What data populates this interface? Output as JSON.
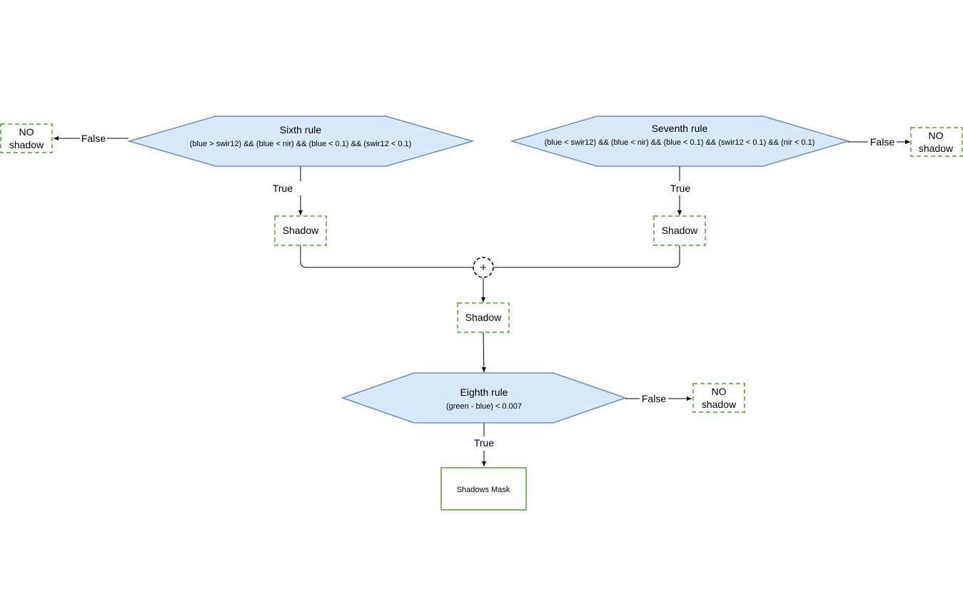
{
  "colors": {
    "hex_fill": "#dae8fc",
    "hex_stroke": "#6c8ebf",
    "box_stroke": "#82b366",
    "line": "#000000"
  },
  "rules": {
    "sixth": {
      "title": "Sixth rule",
      "expression": "(blue > swir12) && (blue < nir) && (blue < 0.1) && (swir12 < 0.1)"
    },
    "seventh": {
      "title": "Seventh rule",
      "expression": "(blue < swir12) && (blue < nir) && (blue < 0.1) && (swir12 < 0.1) && (nir < 0.1)"
    },
    "eighth": {
      "title": "Eighth rule",
      "expression": "(green - blue) < 0.007"
    }
  },
  "labels": {
    "true": "True",
    "false": "False",
    "shadow": "Shadow",
    "no_shadow_line1": "NO",
    "no_shadow_line2": "shadow",
    "final": "Shadows Mask"
  },
  "icons": {
    "merge": "plus-circle-icon"
  }
}
